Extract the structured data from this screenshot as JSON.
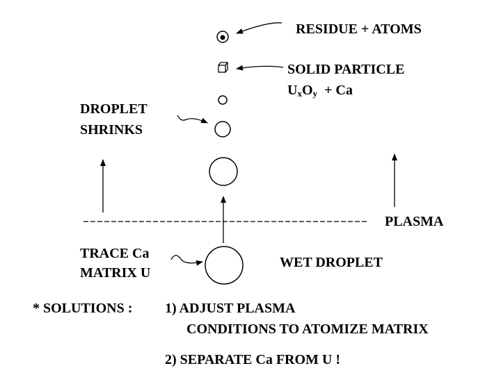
{
  "labels": {
    "residue_atoms": "RESIDUE  +  ATOMS",
    "solid_particle_line1": "SOLID  PARTICLE",
    "solid_particle_formula_u": "U",
    "solid_particle_formula_x": "x",
    "solid_particle_formula_o": "O",
    "solid_particle_formula_y": "y",
    "solid_particle_formula_rest": "  + Ca",
    "droplet_shrinks_line1": "DROPLET",
    "droplet_shrinks_line2": "SHRINKS",
    "plasma": "PLASMA",
    "trace_line1": "TRACE  Ca",
    "trace_line2": "MATRIX  U",
    "wet_droplet": "WET  DROPLET"
  },
  "solutions": {
    "heading": "*  SOLUTIONS :",
    "item1_line1": "1)  ADJUST  PLASMA",
    "item1_line2": "CONDITIONS  TO ATOMIZE  MATRIX",
    "item2": "2)  SEPARATE  Ca  FROM  U !"
  },
  "colors": {
    "ink": "#000000",
    "background": "#ffffff"
  }
}
